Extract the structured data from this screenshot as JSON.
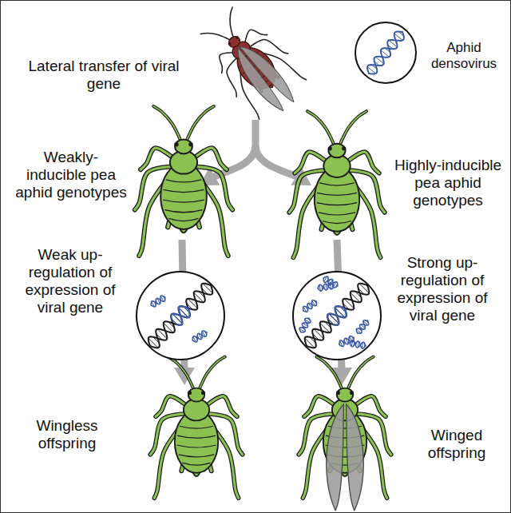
{
  "diagram": {
    "labels": [
      "Lateral transfer of viral gene",
      "Aphid densovirus",
      "Weakly-inducible pea aphid genotypes",
      "Highly-inducible pea aphid genotypes",
      "Weak up-regulation of expression of viral gene",
      "Strong up-regulation of expression of viral gene",
      "Wingless offspring",
      "Winged offspring"
    ]
  }
}
